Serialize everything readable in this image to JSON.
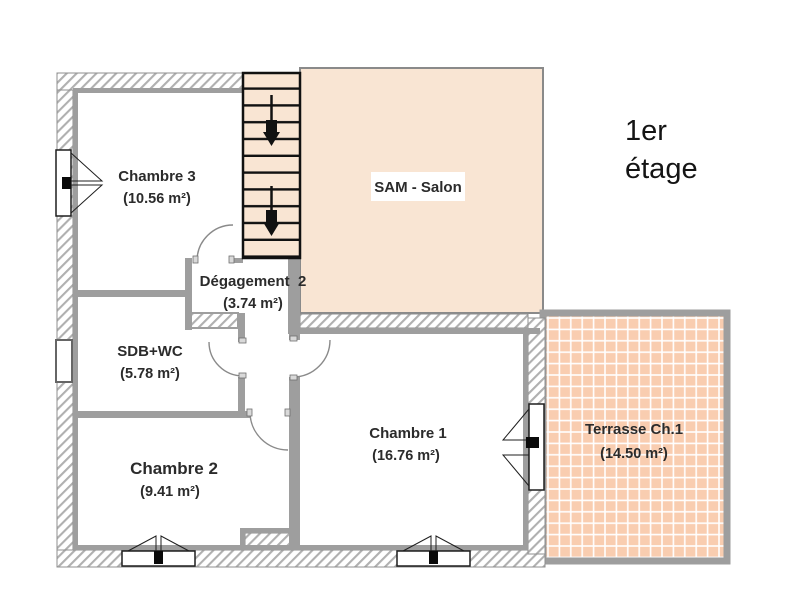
{
  "floor_label": {
    "line1": "1er",
    "line2": "étage"
  },
  "rooms": {
    "chambre3": {
      "name": "Chambre 3",
      "area": "(10.56 m²)"
    },
    "sam_salon": {
      "name": "SAM - Salon",
      "area": ""
    },
    "degagement2": {
      "name": "Dégagement  2",
      "area": "(3.74 m²)"
    },
    "sdb_wc": {
      "name": "SDB+WC",
      "area": "(5.78 m²)"
    },
    "chambre2": {
      "name": "Chambre 2",
      "area": "(9.41 m²)"
    },
    "chambre1": {
      "name": "Chambre 1",
      "area": "(16.76 m²)"
    },
    "terrasse": {
      "name": "Terrasse Ch.1",
      "area": "(14.50 m²)"
    }
  },
  "icons": {
    "stairs_direction": "down-arrow"
  },
  "colors": {
    "room_fill_peach": "#f9e5d3",
    "terrace_tile": "#f9cdb0",
    "wall_gray": "#9e9e9e",
    "hatch_gray": "#b0b0b0",
    "stair_border": "#111111",
    "background": "#ffffff"
  }
}
